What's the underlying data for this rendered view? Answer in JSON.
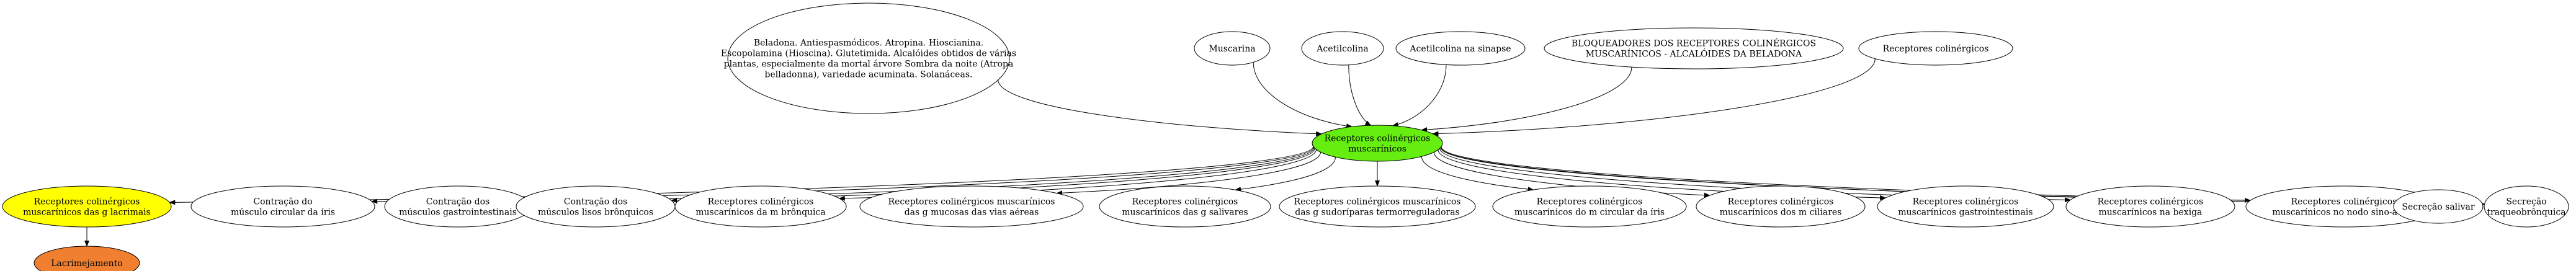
{
  "diagram": {
    "center": {
      "id": "center",
      "lines": [
        "Receptores colinérgicos",
        "muscarínicos"
      ],
      "fill": "#66ee11"
    },
    "sources": [
      {
        "id": "src-beladona",
        "lines": [
          "Beladona. Antiespasmódicos. Atropina. Hioscianina.",
          "Escopolamina (Hioscina). Glutetimida. Alcalóides obtidos de várias",
          "plantas, especialmente da mortal árvore Sombra da noite (Atropa",
          "belladonna), variedade acuminata. Solanáceas."
        ],
        "fill": "#ffffff"
      },
      {
        "id": "src-muscarina",
        "lines": [
          "Muscarina"
        ],
        "fill": "#ffffff"
      },
      {
        "id": "src-acetilcolina",
        "lines": [
          "Acetilcolina"
        ],
        "fill": "#ffffff"
      },
      {
        "id": "src-acetilcolina-sinapse",
        "lines": [
          "Acetilcolina na sinapse"
        ],
        "fill": "#ffffff"
      },
      {
        "id": "src-bloqueadores",
        "lines": [
          "BLOQUEADORES DOS RECEPTORES COLINÉRGICOS",
          "MUSCARÍNICOS - ALCALÓIDES DA BELADONA"
        ],
        "fill": "#ffffff"
      },
      {
        "id": "src-receptores-colinergicos",
        "lines": [
          "Receptores colinérgicos"
        ],
        "fill": "#ffffff"
      }
    ],
    "targets": [
      {
        "id": "tgt-lacrimais",
        "lines": [
          "Receptores colinérgicos",
          "muscarínicos das g lacrimais"
        ],
        "fill": "#ffff00"
      },
      {
        "id": "tgt-iris",
        "lines": [
          "Contração do",
          "músculo circular da íris"
        ],
        "fill": "#ffffff"
      },
      {
        "id": "tgt-gastro",
        "lines": [
          "Contração dos",
          "músculos gastrointestinais"
        ],
        "fill": "#ffffff"
      },
      {
        "id": "tgt-bronquicos",
        "lines": [
          "Contração dos",
          "músculos lisos brônquicos"
        ],
        "fill": "#ffffff"
      },
      {
        "id": "tgt-m-bronquica",
        "lines": [
          "Receptores colinérgicos",
          "muscarínicos da m brônquica"
        ],
        "fill": "#ffffff"
      },
      {
        "id": "tgt-vias-aereas",
        "lines": [
          "Receptores colinérgicos muscarínicos",
          "das g mucosas das vias aéreas"
        ],
        "fill": "#ffffff"
      },
      {
        "id": "tgt-salivares",
        "lines": [
          "Receptores colinérgicos",
          "muscarínicos das g salivares"
        ],
        "fill": "#ffffff"
      },
      {
        "id": "tgt-sudoriparas",
        "lines": [
          "Receptores colinérgicos muscarínicos",
          "das g sudoríparas termorreguladoras"
        ],
        "fill": "#ffffff"
      },
      {
        "id": "tgt-m-circular-iris",
        "lines": [
          "Receptores colinérgicos",
          "muscarínicos do m circular da íris"
        ],
        "fill": "#ffffff"
      },
      {
        "id": "tgt-m-ciliares",
        "lines": [
          "Receptores colinérgicos",
          "muscarínicos dos m ciliares"
        ],
        "fill": "#ffffff"
      },
      {
        "id": "tgt-gastrointestinais",
        "lines": [
          "Receptores colinérgicos",
          "muscarínicos gastrointestinais"
        ],
        "fill": "#ffffff"
      },
      {
        "id": "tgt-bexiga",
        "lines": [
          "Receptores colinérgicos",
          "muscarínicos na bexiga"
        ],
        "fill": "#ffffff"
      },
      {
        "id": "tgt-sino-atrial",
        "lines": [
          "Receptores colinérgicos",
          "muscarínicos no nodo sino-atrial"
        ],
        "fill": "#ffffff"
      },
      {
        "id": "tgt-secrecao-salivar",
        "lines": [
          "Secreção salivar"
        ],
        "fill": "#ffffff"
      },
      {
        "id": "tgt-traqueobronquica",
        "lines": [
          "Secreção",
          "traqueobrônquica"
        ],
        "fill": "#ffffff"
      }
    ],
    "leaf": {
      "id": "leaf-lacrimejamento",
      "lines": [
        "Lacrimejamento"
      ],
      "fill": "#f08030"
    }
  }
}
